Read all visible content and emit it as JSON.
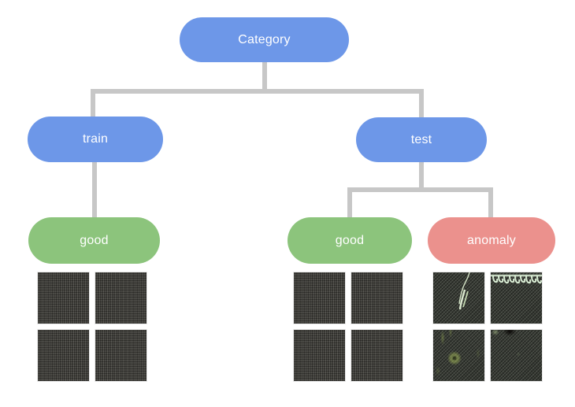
{
  "colors": {
    "node_blue": "#6D97E8",
    "node_green": "#8CC47C",
    "node_red": "#EB918D",
    "connector_gray": "#C7C7C7",
    "node_text": "#FFFFFF",
    "background": "#FFFFFF"
  },
  "nodes": {
    "category": {
      "label": "Category",
      "color": "#6D97E8"
    },
    "train": {
      "label": "train",
      "color": "#6D97E8"
    },
    "test": {
      "label": "test",
      "color": "#6D97E8"
    },
    "train_good": {
      "label": "good",
      "color": "#8CC47C"
    },
    "test_good": {
      "label": "good",
      "color": "#8CC47C"
    },
    "test_anomaly": {
      "label": "anomaly",
      "color": "#EB918D"
    }
  },
  "image_grids": {
    "train_good_samples": {
      "rows": 2,
      "cols": 2,
      "tiles": [
        "fabric-good",
        "fabric-good",
        "fabric-good",
        "fabric-good"
      ]
    },
    "test_good_samples": {
      "rows": 2,
      "cols": 2,
      "tiles": [
        "fabric-good",
        "fabric-good",
        "fabric-good",
        "fabric-good"
      ]
    },
    "test_anomaly_samples": {
      "rows": 2,
      "cols": 2,
      "tiles": [
        "fabric-thread-defect",
        "fabric-stitch-seam-defect",
        "fabric-stain-defect",
        "fabric-hole-defect"
      ]
    }
  }
}
